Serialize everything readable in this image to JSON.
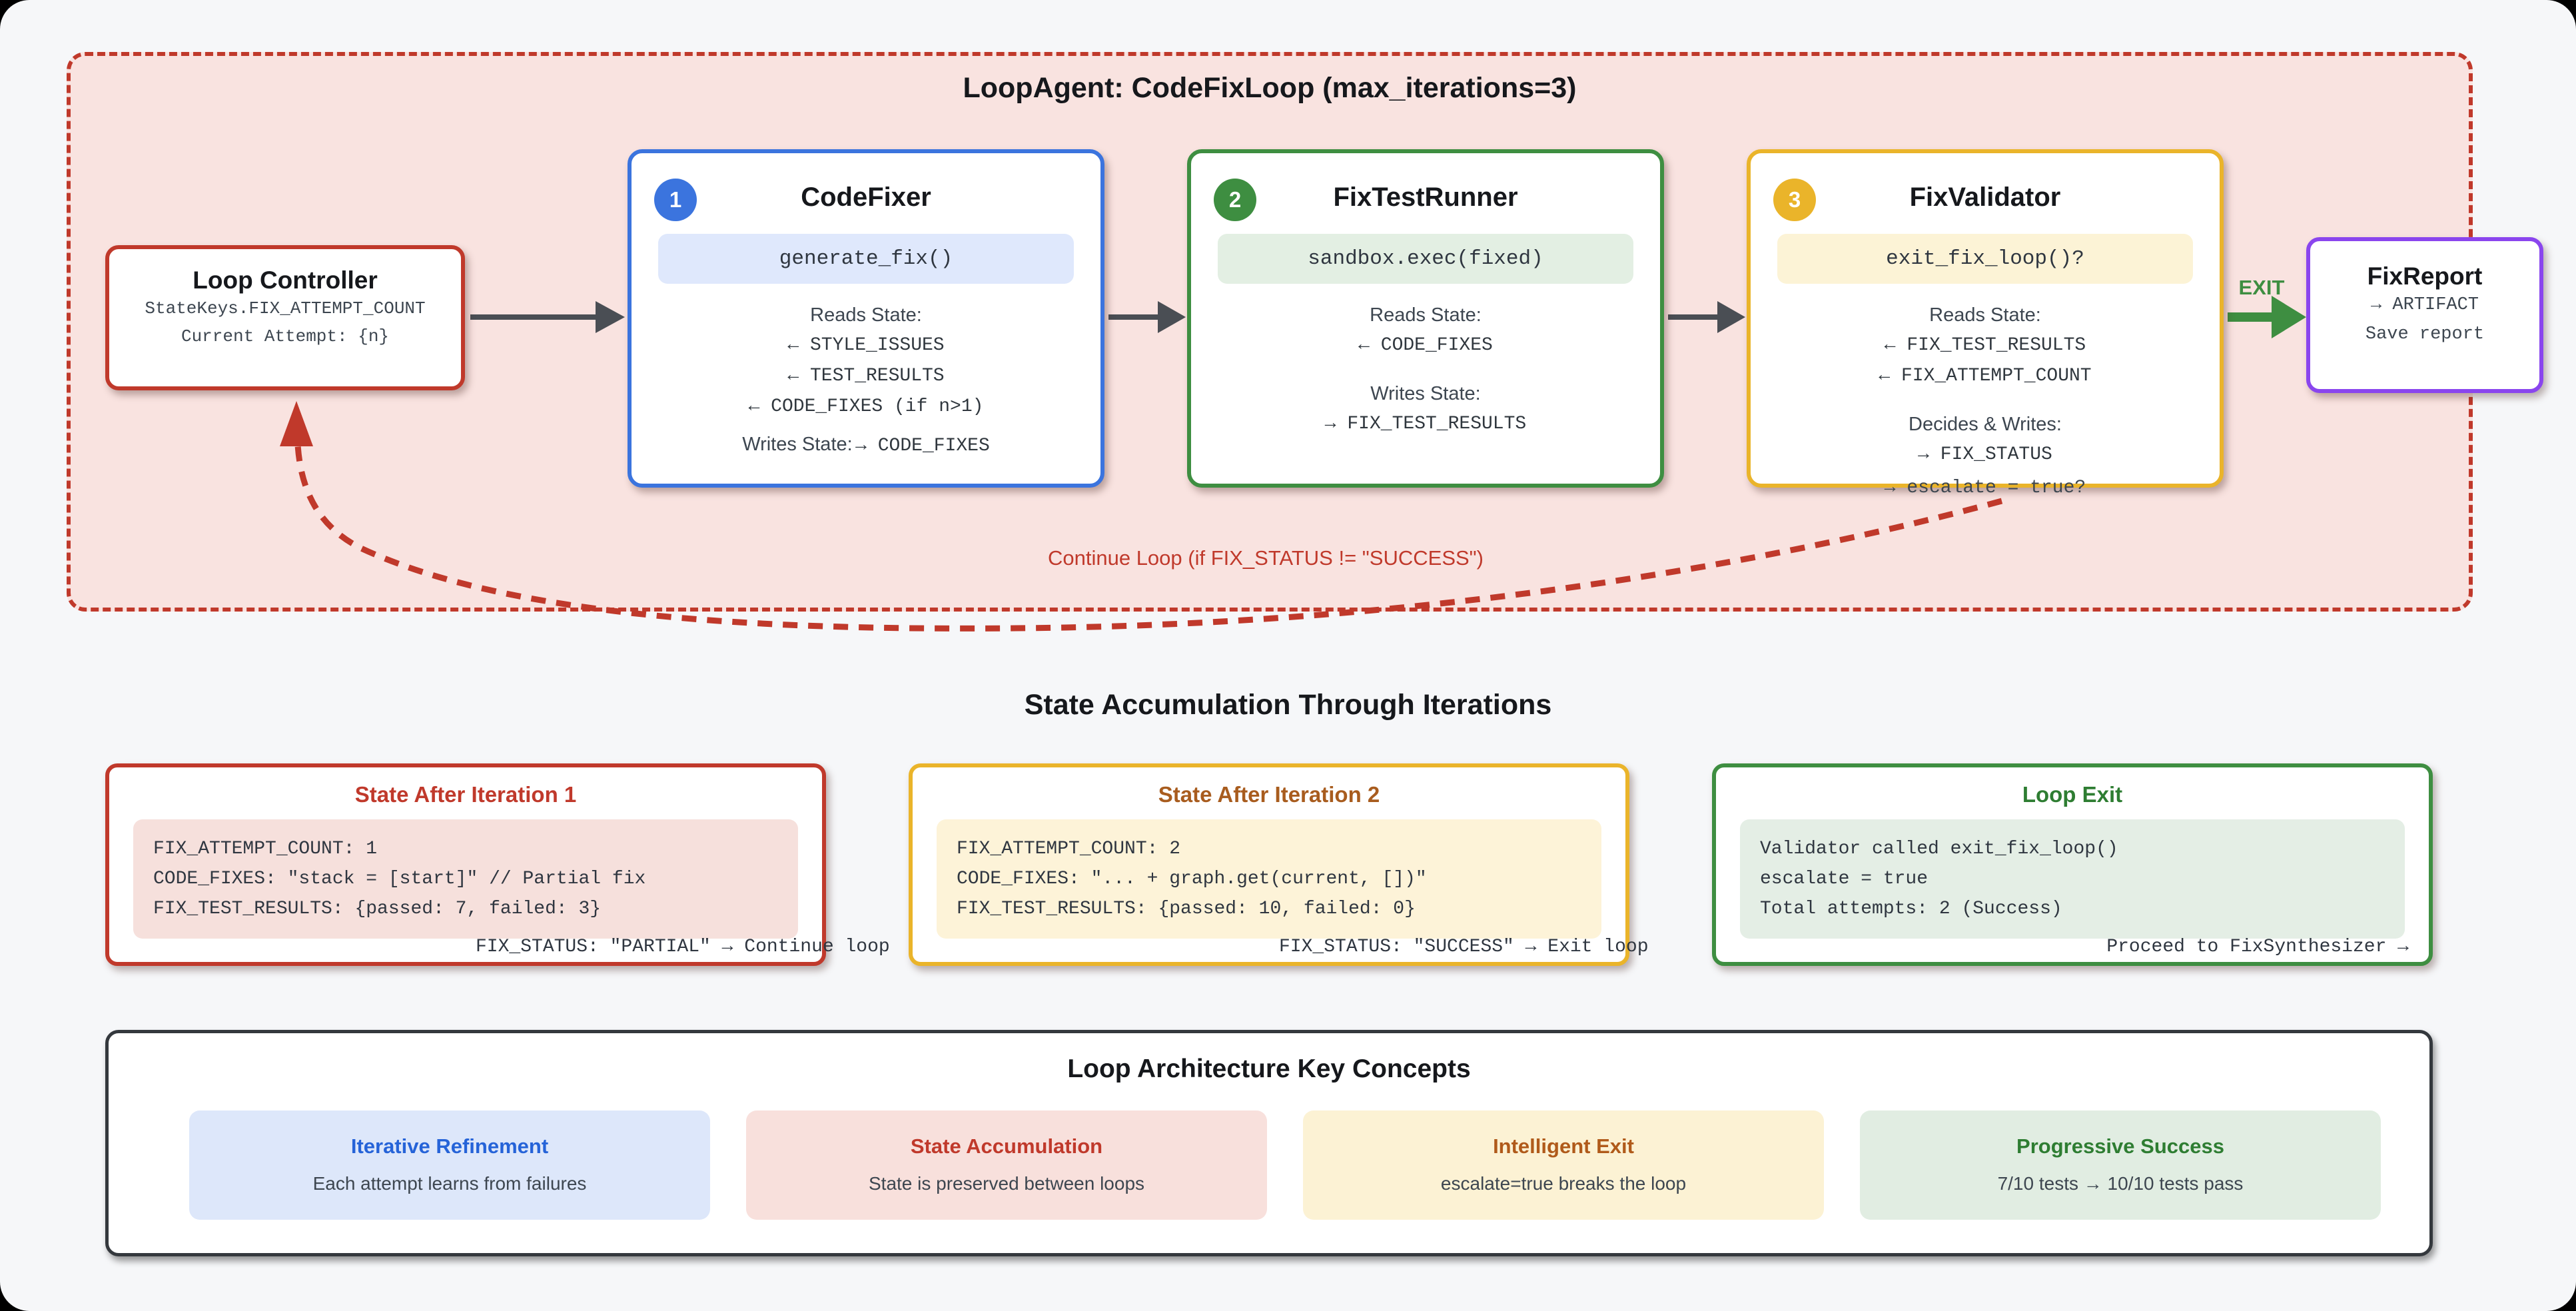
{
  "loop": {
    "title": "LoopAgent: CodeFixLoop (max_iterations=3)",
    "controller": {
      "title": "Loop Controller",
      "line1": "StateKeys.FIX_ATTEMPT_COUNT",
      "line2": "Current Attempt: {n}"
    },
    "agents": [
      {
        "number": "1",
        "title": "CodeFixer",
        "method": "generate_fix()",
        "reads_label": "Reads State:",
        "reads": [
          "← STYLE_ISSUES",
          "← TEST_RESULTS",
          "← CODE_FIXES (if n>1)"
        ],
        "writes_label": "Writes State:",
        "writes_inline": "→ CODE_FIXES"
      },
      {
        "number": "2",
        "title": "FixTestRunner",
        "method": "sandbox.exec(fixed)",
        "reads_label": "Reads State:",
        "reads": [
          "← CODE_FIXES"
        ],
        "writes_label": "Writes State:",
        "writes": [
          "→ FIX_TEST_RESULTS"
        ]
      },
      {
        "number": "3",
        "title": "FixValidator",
        "method": "exit_fix_loop()?",
        "reads_label": "Reads State:",
        "reads": [
          "← FIX_TEST_RESULTS",
          "← FIX_ATTEMPT_COUNT"
        ],
        "writes_label": "Decides & Writes:",
        "writes": [
          "→ FIX_STATUS"
        ],
        "overflow": "→ escalate = true?"
      }
    ],
    "exit_label": "EXIT",
    "report": {
      "title": "FixReport",
      "line1": "→ ARTIFACT",
      "line2": "Save report"
    },
    "continue_label": "Continue Loop (if FIX_STATUS != \"SUCCESS\")"
  },
  "states": {
    "heading": "State Accumulation Through Iterations",
    "boxes": [
      {
        "title": "State After Iteration 1",
        "lines": [
          "FIX_ATTEMPT_COUNT: 1",
          "CODE_FIXES: \"stack = [start]\" // Partial fix",
          "FIX_TEST_RESULTS: {passed: 7, failed: 3}"
        ],
        "footer": "FIX_STATUS: \"PARTIAL\" → Continue loop"
      },
      {
        "title": "State After Iteration 2",
        "lines": [
          "FIX_ATTEMPT_COUNT: 2",
          "CODE_FIXES: \"... + graph.get(current, [])\"",
          "FIX_TEST_RESULTS: {passed: 10, failed: 0}"
        ],
        "footer": "FIX_STATUS: \"SUCCESS\" → Exit loop"
      },
      {
        "title": "Loop Exit",
        "lines": [
          "Validator called exit_fix_loop()",
          "escalate = true",
          "Total attempts: 2 (Success)"
        ],
        "footer": "Proceed to FixSynthesizer →"
      }
    ]
  },
  "concepts": {
    "title": "Loop Architecture Key Concepts",
    "cards": [
      {
        "title": "Iterative Refinement",
        "desc": "Each attempt learns from failures"
      },
      {
        "title": "State Accumulation",
        "desc": "State is preserved between loops"
      },
      {
        "title": "Intelligent Exit",
        "desc": "escalate=true breaks the loop"
      },
      {
        "title": "Progressive Success",
        "desc": "7/10 tests → 10/10 tests pass"
      }
    ]
  },
  "colors": {
    "loop_border": "#c0392b",
    "blue": "#3b74de",
    "green": "#3e8e41",
    "amber": "#eab42a",
    "purple": "#8a45ee",
    "arrow_gray": "#4a4e54",
    "loop_bg": "#f9e3e0"
  }
}
